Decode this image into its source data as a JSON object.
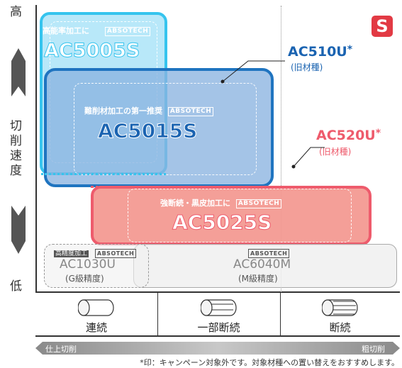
{
  "axis": {
    "high": "高",
    "low": "低",
    "title_chars": [
      "切",
      "削",
      "速",
      "度"
    ],
    "bottom_left": "仕上切削",
    "bottom_right": "粗切削"
  },
  "badge": "S",
  "grades": {
    "ac5005s": {
      "tag": "高能率加工に",
      "brand": "ABSOTECH",
      "name": "AC5005S"
    },
    "ac5015s": {
      "tag": "難削材加工の第一推奨",
      "brand": "ABSOTECH",
      "name": "AC5015S"
    },
    "ac5025s": {
      "tag": "強断続・黒皮加工に",
      "brand": "ABSOTECH",
      "name": "AC5025S"
    },
    "ac510u": {
      "name": "AC510U",
      "star": "*",
      "note": "(旧材種)"
    },
    "ac520u": {
      "name": "AC520U",
      "star": "*",
      "note": "(旧材種)"
    },
    "ac1030u": {
      "tag": "高精度加工",
      "brand": "ABSOTECH",
      "name": "AC1030U",
      "sub": "(G級精度)"
    },
    "ac6040m": {
      "brand": "ABSOTECH",
      "name": "AC6040M",
      "sub": "(M級精度)"
    }
  },
  "cutting": [
    {
      "label": "連続",
      "icon": "continuous-cylinder-icon"
    },
    {
      "label": "一部断続",
      "icon": "partial-interrupted-cylinder-icon"
    },
    {
      "label": "断続",
      "icon": "interrupted-cylinder-icon"
    }
  ],
  "footnote": "*印：キャンペーン対象外です。対象材種への置い替えをおすすめします。",
  "colors": {
    "cyan": "#35c4ee",
    "blue": "#1f74c0",
    "blue_fill": "#9dbde3",
    "pink": "#ee5b6c",
    "pink_fill": "#f3978f",
    "navy": "#1a63b1",
    "gray": "#9a9a9a",
    "badge": "#e23a44"
  }
}
